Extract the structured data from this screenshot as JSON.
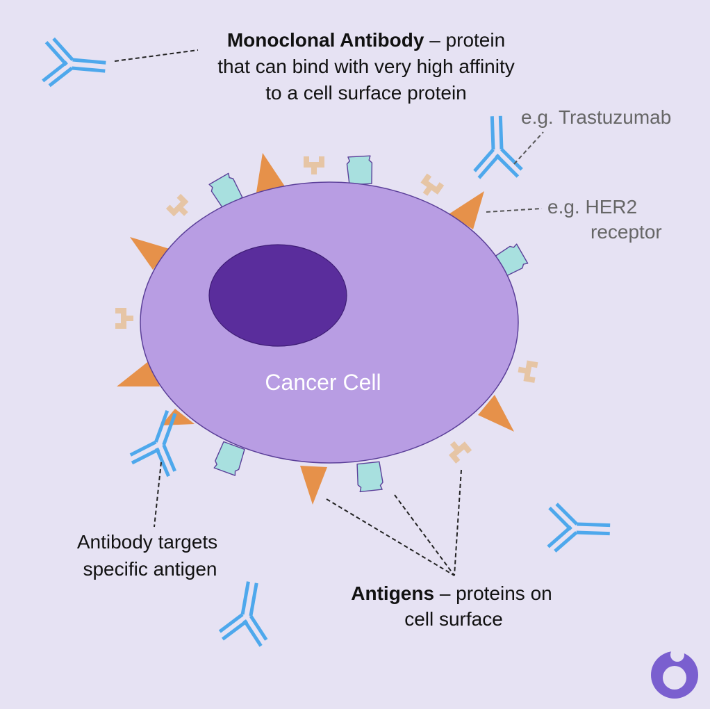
{
  "title": {
    "bold": "Monoclonal Antibody",
    "rest": " – protein",
    "line2": "that can bind with very high affinity",
    "line3": "to a cell surface protein"
  },
  "trastuzumab_label": "e.g. Trastuzumab",
  "her2_label": {
    "line1": "e.g. HER2",
    "line2": "receptor"
  },
  "cell_label": "Cancer Cell",
  "antibody_target_label": {
    "line1": "Antibody targets",
    "line2": "specific antigen"
  },
  "antigens_label": {
    "bold": "Antigens",
    "rest": " – proteins on",
    "line2": "cell surface"
  },
  "colors": {
    "background": "#e6e2f3",
    "cell": "#b89de3",
    "cell_border": "#5b3f99",
    "nucleus": "#5a2d9c",
    "antibody": "#4ea8ec",
    "antigen_triangle": "#e6914a",
    "antigen_rect": "#a8e0df",
    "antigen_fork": "#e6c5a5",
    "logo": "#7a5fcf",
    "text": "#111111",
    "annotation_text": "#666666"
  },
  "icons": [
    "antibody-icon",
    "antigen-triangle-icon",
    "antigen-receptor-icon",
    "antigen-fork-icon",
    "logo-icon"
  ]
}
